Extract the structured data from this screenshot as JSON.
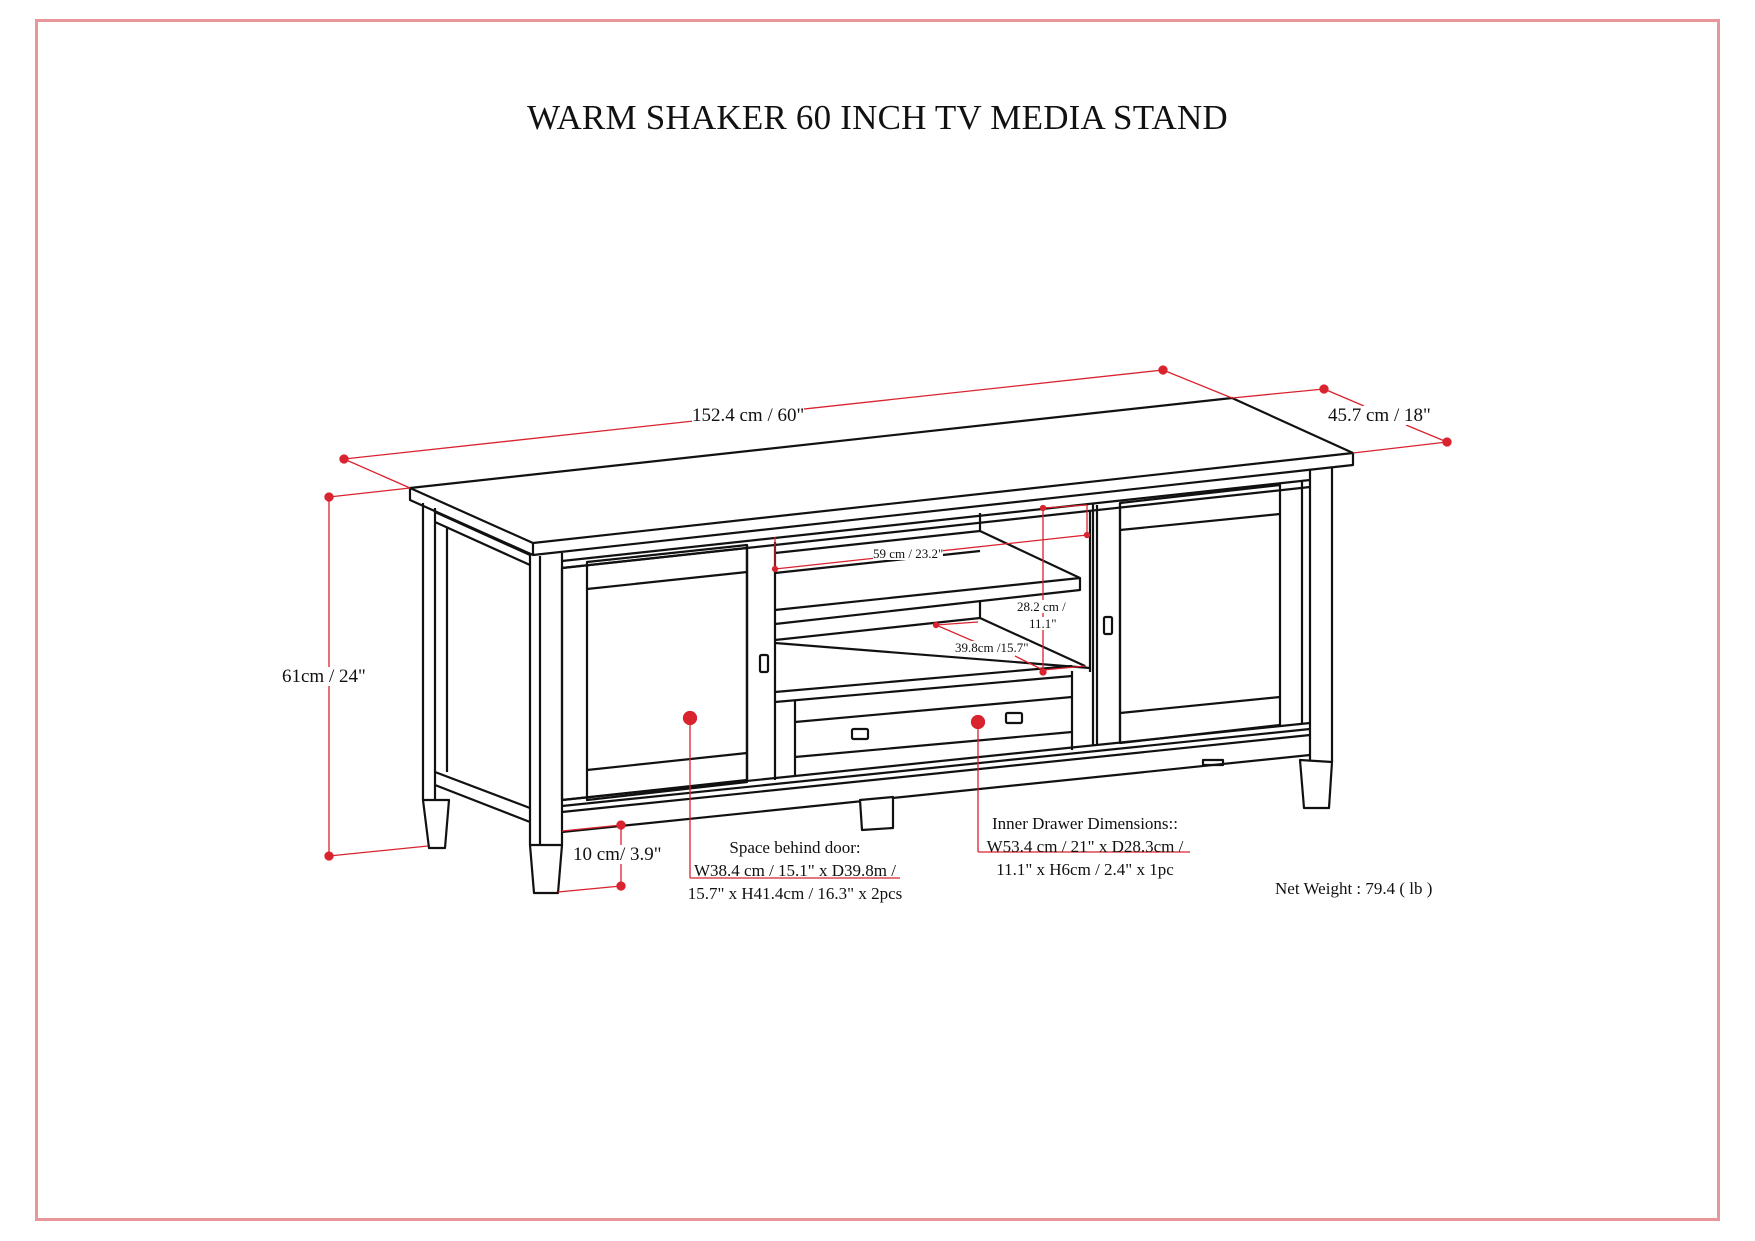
{
  "title": "WARM SHAKER 60 INCH TV MEDIA STAND",
  "colors": {
    "border": "#e8969a",
    "dimension_line": "#d9232e",
    "drawing": "#111111"
  },
  "dimensions": {
    "width": "152.4 cm / 60\"",
    "depth": "45.7 cm / 18\"",
    "height": "61cm / 24\"",
    "leg_clearance": "10 cm/ 3.9\"",
    "shelf_width": "59 cm / 23.2\"",
    "shelf_height_line1": "28.2 cm /",
    "shelf_height_line2": "11.1\"",
    "shelf_depth": "39.8cm /15.7\""
  },
  "notes": {
    "door_space": {
      "line1": "Space behind door:",
      "line2": "W38.4 cm / 15.1\" x D39.8m /",
      "line3": "15.7\" x H41.4cm / 16.3\" x 2pcs"
    },
    "drawer": {
      "line1": "Inner Drawer Dimensions::",
      "line2": "W53.4 cm / 21\" x D28.3cm /",
      "line3": "11.1\" x H6cm / 2.4\" x 1pc"
    },
    "net_weight": "Net Weight : 79.4 ( lb )"
  }
}
